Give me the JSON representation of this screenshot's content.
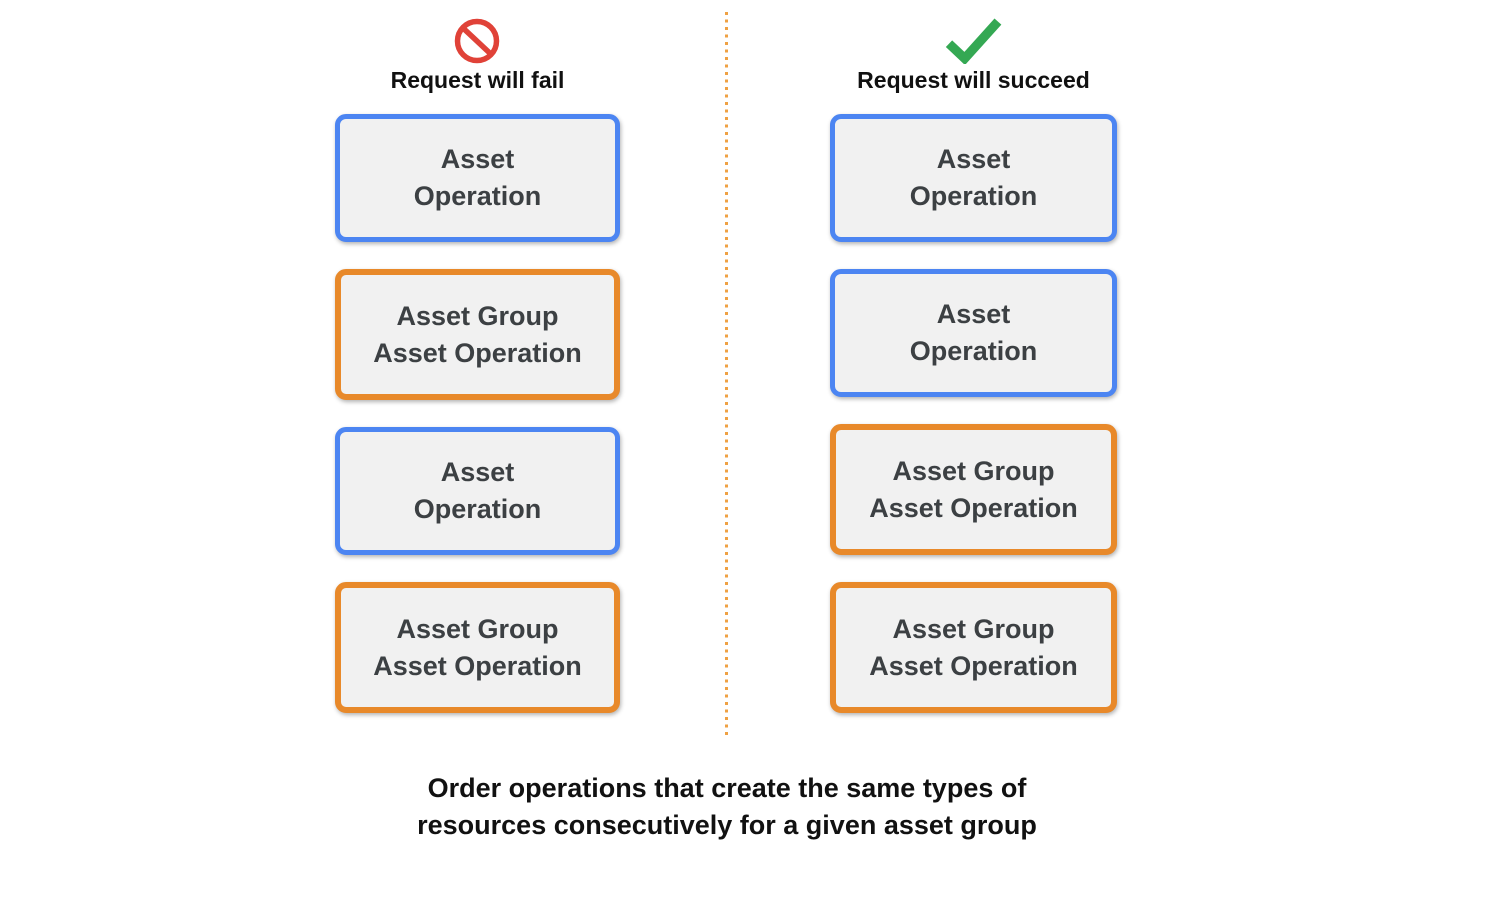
{
  "colors": {
    "blue": "#4c85f2",
    "orange": "#e8892a",
    "red": "#e04238",
    "green": "#34a853",
    "divider": "#efa143",
    "box-fill": "#f1f1f1",
    "box-text": "#3c4043",
    "heading-text": "#111111"
  },
  "fail_column": {
    "icon": "prohibited-icon",
    "title": "Request will fail",
    "boxes": [
      {
        "type": "asset-operation",
        "border_color": "#4c85f2",
        "label": "Asset\nOperation"
      },
      {
        "type": "asset-group-asset-operation",
        "border_color": "#e8892a",
        "label": "Asset Group\nAsset Operation"
      },
      {
        "type": "asset-operation",
        "border_color": "#4c85f2",
        "label": "Asset\nOperation"
      },
      {
        "type": "asset-group-asset-operation",
        "border_color": "#e8892a",
        "label": "Asset Group\nAsset Operation"
      }
    ]
  },
  "succeed_column": {
    "icon": "checkmark-icon",
    "title": "Request will succeed",
    "boxes": [
      {
        "type": "asset-operation",
        "border_color": "#4c85f2",
        "label": "Asset\nOperation"
      },
      {
        "type": "asset-operation",
        "border_color": "#4c85f2",
        "label": "Asset\nOperation"
      },
      {
        "type": "asset-group-asset-operation",
        "border_color": "#e8892a",
        "label": "Asset Group\nAsset Operation"
      },
      {
        "type": "asset-group-asset-operation",
        "border_color": "#e8892a",
        "label": "Asset Group\nAsset Operation"
      }
    ]
  },
  "caption": "Order operations that create the same types of\nresources consecutively for a given asset group"
}
